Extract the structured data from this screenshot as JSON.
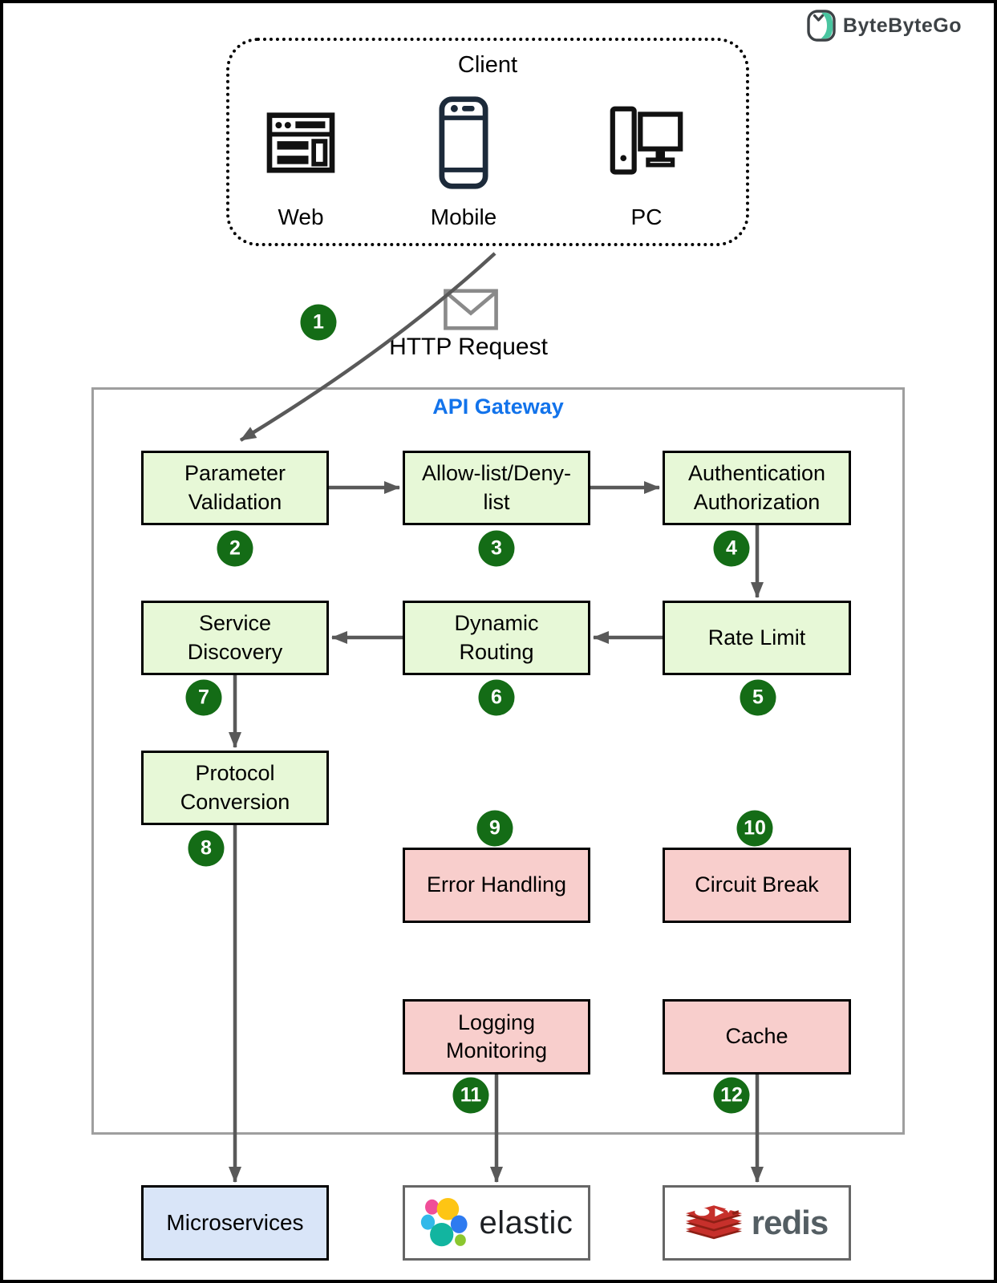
{
  "logo": {
    "text": "ByteByteGo",
    "icon": "bytebytego-owl-icon"
  },
  "client": {
    "title": "Client",
    "devices": [
      {
        "label": "Web",
        "icon": "browser-icon"
      },
      {
        "label": "Mobile",
        "icon": "smartphone-icon"
      },
      {
        "label": "PC",
        "icon": "desktop-icon"
      }
    ]
  },
  "http_request": {
    "label": "HTTP Request",
    "step": "1",
    "icon": "envelope-icon"
  },
  "gateway": {
    "title": "API Gateway",
    "nodes": [
      {
        "label": "Parameter\nValidation",
        "step": "2",
        "type": "green"
      },
      {
        "label": "Allow-list/Deny-\nlist",
        "step": "3",
        "type": "green"
      },
      {
        "label": "Authentication\nAuthorization",
        "step": "4",
        "type": "green"
      },
      {
        "label": "Rate Limit",
        "step": "5",
        "type": "green"
      },
      {
        "label": "Dynamic\nRouting",
        "step": "6",
        "type": "green"
      },
      {
        "label": "Service\nDiscovery",
        "step": "7",
        "type": "green"
      },
      {
        "label": "Protocol\nConversion",
        "step": "8",
        "type": "green"
      },
      {
        "label": "Error Handling",
        "step": "9",
        "type": "pink"
      },
      {
        "label": "Circuit Break",
        "step": "10",
        "type": "pink"
      },
      {
        "label": "Logging\nMonitoring",
        "step": "11",
        "type": "pink"
      },
      {
        "label": "Cache",
        "step": "12",
        "type": "pink"
      }
    ]
  },
  "backends": [
    {
      "label": "Microservices",
      "icon": "none"
    },
    {
      "label": "elastic",
      "icon": "elastic-logo-icon"
    },
    {
      "label": "redis",
      "icon": "redis-logo-icon"
    }
  ],
  "colors": {
    "node_green": "#e7f8d7",
    "node_pink": "#f8cecc",
    "microservices_blue": "#d9e5f8",
    "step_circle_green": "#146c16",
    "arrow_gray": "#595959",
    "gateway_border_gray": "#9e9e9e",
    "accent_blue": "#1273eb",
    "logo_teal": "#49c5a0",
    "elastic_yellow": "#fec514",
    "elastic_pink": "#f04e98",
    "elastic_teal": "#12b5a0",
    "redis_red": "#c6302b"
  }
}
